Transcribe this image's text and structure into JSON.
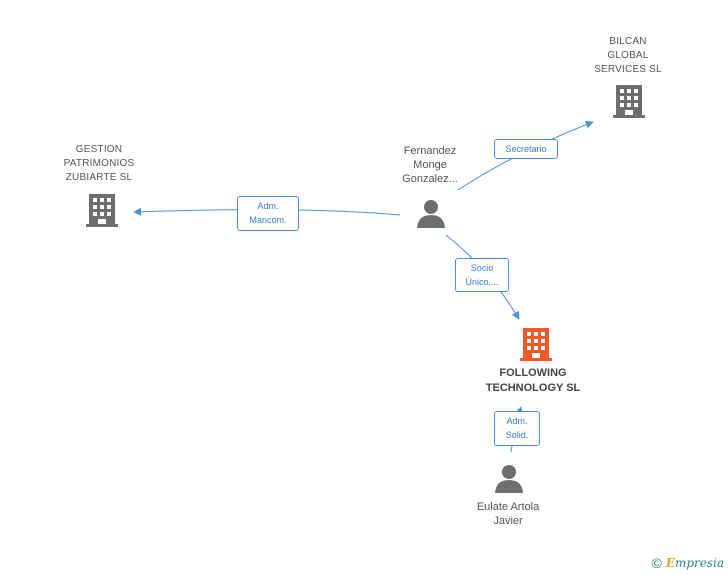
{
  "colors": {
    "edge": "#4a8fd8",
    "company_icon": "#6e6e6e",
    "focus_company_icon": "#f05a28",
    "person_icon": "#6e6e6e"
  },
  "nodes": {
    "bilcan": {
      "label": "BILCAN\nGLOBAL\nSERVICES  SL",
      "icon": "building-icon"
    },
    "gestion": {
      "label": "GESTION\nPATRIMONIOS\nZUBIARTE  SL",
      "icon": "building-icon"
    },
    "fernandez": {
      "label": "Fernandez\nMonge\nGonzalez...",
      "icon": "person-icon"
    },
    "following": {
      "label": "FOLLOWING\nTECHNOLOGY SL",
      "icon": "building-icon"
    },
    "eulate": {
      "label": "Eulate Artola\nJavier",
      "icon": "person-icon"
    }
  },
  "edges": {
    "secretario": {
      "label": "Secretario"
    },
    "adm_mancom": {
      "label": "Adm.\nMancom."
    },
    "socio_unico": {
      "label": "Socio\nÚnico,..."
    },
    "adm_solid": {
      "label": "Adm.\nSolid."
    }
  },
  "footer": {
    "copyright": "©",
    "brand_initial": "E",
    "brand_rest": "mpresia"
  }
}
